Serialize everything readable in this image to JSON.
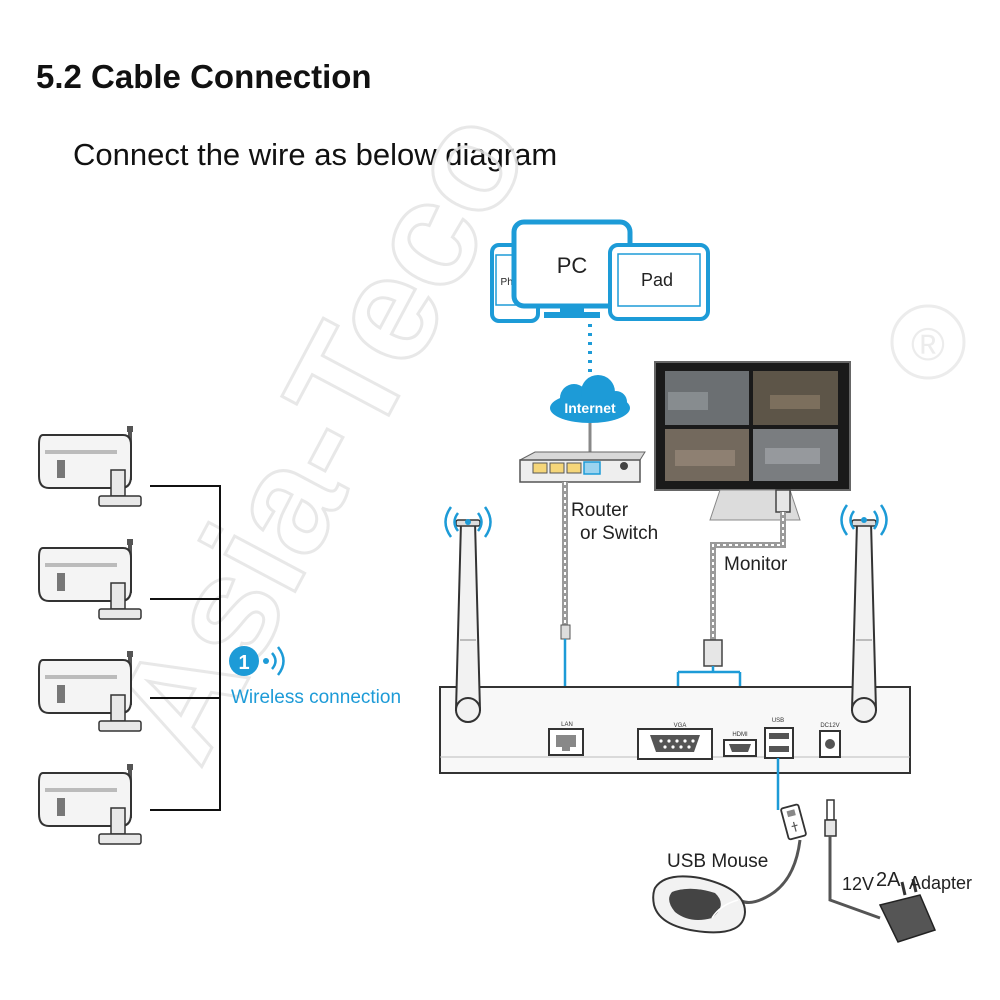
{
  "heading": {
    "title": "5.2 Cable Connection",
    "subtitle": "Connect the wire as below diagram"
  },
  "devices": {
    "phone": "Phone",
    "pc": "PC",
    "pad": "Pad",
    "internet": "Internet",
    "router_line1": "Router",
    "router_line2": "or Switch",
    "monitor": "Monitor",
    "usb_mouse": "USB Mouse",
    "adapter_12v": "12V",
    "adapter_2a": "2A",
    "adapter_word": "Adapter"
  },
  "wireless": {
    "step_number": "1",
    "label": "Wireless connection"
  },
  "nvr_ports": {
    "lan": "LAN",
    "vga": "VGA",
    "hdmi": "HDMI",
    "usb": "USB",
    "dc": "DC12V"
  },
  "watermark": {
    "text": "Asia-Teco",
    "registered": "®"
  },
  "colors": {
    "accent_blue": "#1d9bd7",
    "line_dark": "#111111",
    "cable_gray": "#9a9a9a",
    "device_gray": "#eeeeee"
  }
}
